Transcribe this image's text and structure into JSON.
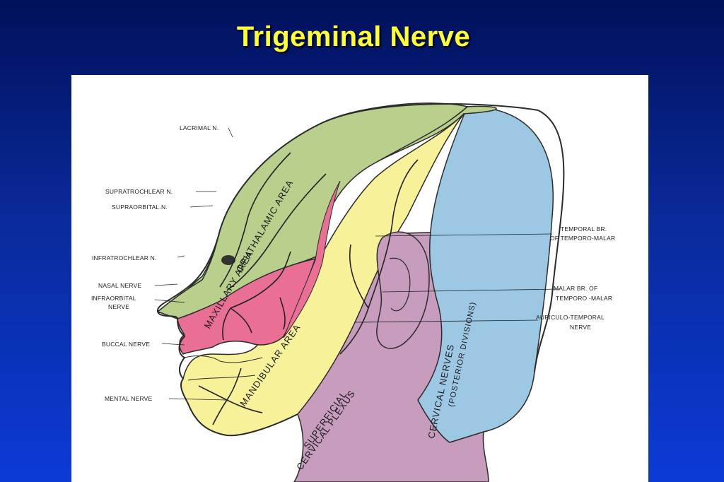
{
  "slide": {
    "title": "Trigeminal Nerve"
  },
  "figure": {
    "left_labels": [
      {
        "text": "LACRIMAL N."
      },
      {
        "text": "SUPRATROCHLEAR N."
      },
      {
        "text": "SUPRAORBITAL.N."
      },
      {
        "text": "INFRATROCHLEAR N."
      },
      {
        "text": "NASAL NERVE"
      },
      {
        "text": "INFRAORBITAL"
      },
      {
        "text": "NERVE"
      },
      {
        "text": "BUCCAL NERVE"
      },
      {
        "text": "MENTAL NERVE"
      }
    ],
    "right_labels": [
      {
        "text": "TEMPORAL BR."
      },
      {
        "text": "OF TEMPORO-MALAR"
      },
      {
        "text": "MALAR BR.  OF"
      },
      {
        "text": "TEMPORO -MALAR"
      },
      {
        "text": "AURICULO-TEMPORAL"
      },
      {
        "text": "NERVE"
      }
    ],
    "areas": {
      "ophthalamic": "OPHTHALAMIC AREA",
      "maxillary": "MAXILLARY AREA",
      "mandibular": "MANDIBULAR AREA",
      "cervical_nerves": "CERVICAL NERVES",
      "posterior_divisions": "(POSTERIOR DIVISIONS)",
      "superficial": "SUPERFICIAL",
      "cervical_plexus": "CERVICAL PLEXUS"
    },
    "colors": {
      "ophthalmic": "#b9d08d",
      "maxillary": "#e96f95",
      "mandibular": "#f7f29a",
      "cervical_posterior": "#9dc8e4",
      "cervical_plexus": "#c79cbc",
      "outline": "#2b2b2b"
    }
  }
}
